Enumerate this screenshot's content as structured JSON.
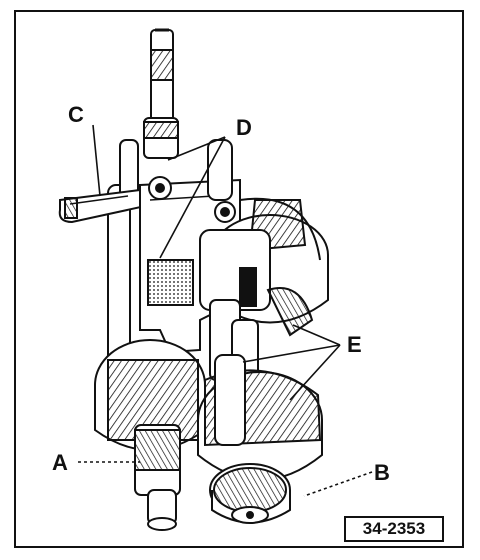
{
  "figure": {
    "reference": "34-2353",
    "callouts": {
      "A": "A",
      "B": "B",
      "C": "C",
      "D": "D",
      "E": "E"
    }
  }
}
